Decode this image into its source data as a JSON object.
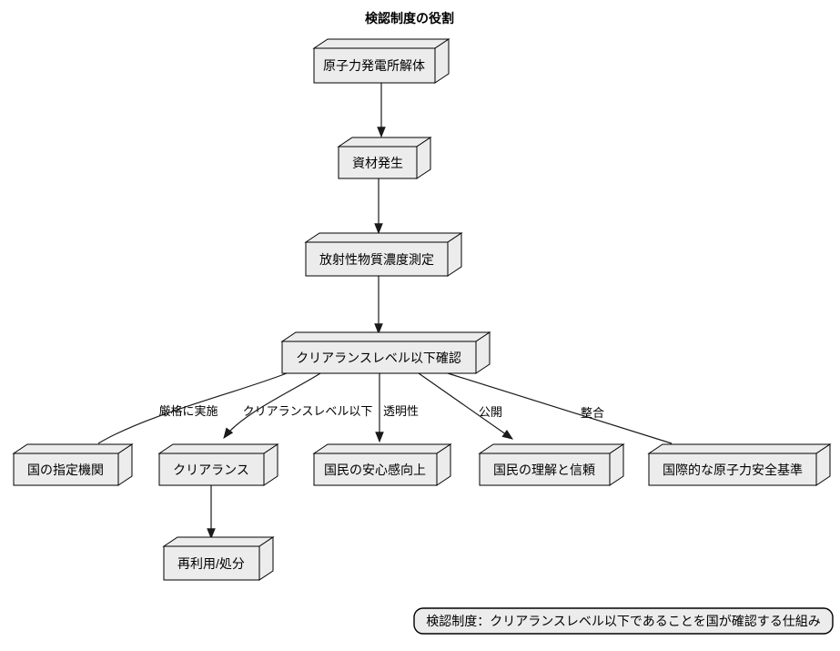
{
  "diagram": {
    "title": "検認制度の役割",
    "nodes": {
      "dismantle": "原子力発電所解体",
      "material": "資材発生",
      "measure": "放射性物質濃度測定",
      "check": "クリアランスレベル以下確認",
      "agency": "国の指定機関",
      "clearance": "クリアランス",
      "reassurance": "国民の安心感向上",
      "trust": "国民の理解と信頼",
      "intl_standard": "国際的な原子力安全基準",
      "reuse": "再利用/処分"
    },
    "edge_labels": {
      "strict": "厳格に実施",
      "below_level": "クリアランスレベル以下",
      "transparency": "透明性",
      "disclosure": "公開",
      "alignment": "整合"
    },
    "note": "検認制度：クリアランスレベル以下であることを国が確認する仕組み",
    "colors": {
      "node_fill": "#ececec",
      "node_border": "#000000",
      "edge_stroke": "#1a1a1a",
      "text": "#000000",
      "background": "#ffffff"
    }
  }
}
